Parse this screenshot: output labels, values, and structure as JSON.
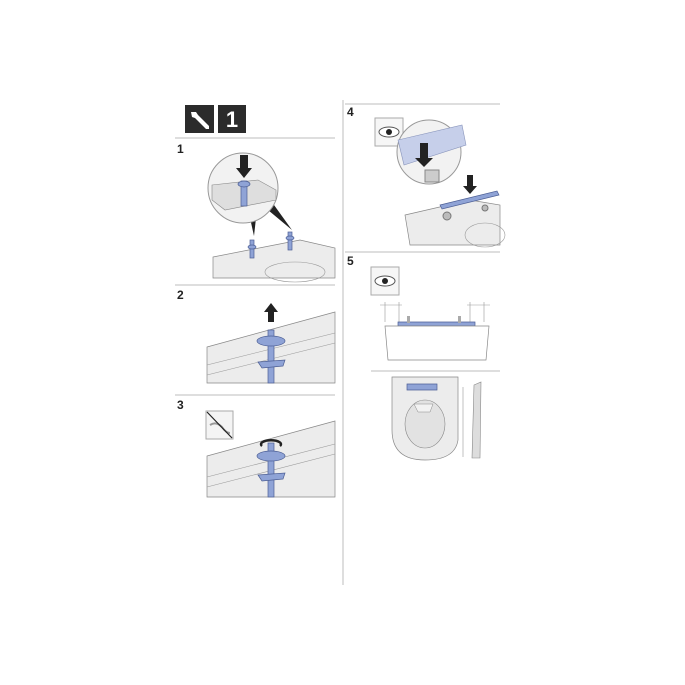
{
  "header": {
    "tool_icon": "wrench-icon",
    "step_group_number": "1"
  },
  "steps": [
    {
      "number": "1",
      "icons": [
        "down-arrow-icon",
        "magnifier-circle"
      ]
    },
    {
      "number": "2",
      "icons": [
        "up-arrow-icon"
      ]
    },
    {
      "number": "3",
      "icons": [
        "no-tool-icon",
        "rotate-arrow-icon"
      ]
    },
    {
      "number": "4",
      "icons": [
        "eye-icon",
        "down-arrow-icon"
      ]
    },
    {
      "number": "5",
      "icons": [
        "eye-icon"
      ]
    }
  ],
  "colors": {
    "header_box": "#2b2b2b",
    "part_blue": "#8fa3d6",
    "ceramic": "#ececec",
    "rule": "#bdbdbd"
  }
}
